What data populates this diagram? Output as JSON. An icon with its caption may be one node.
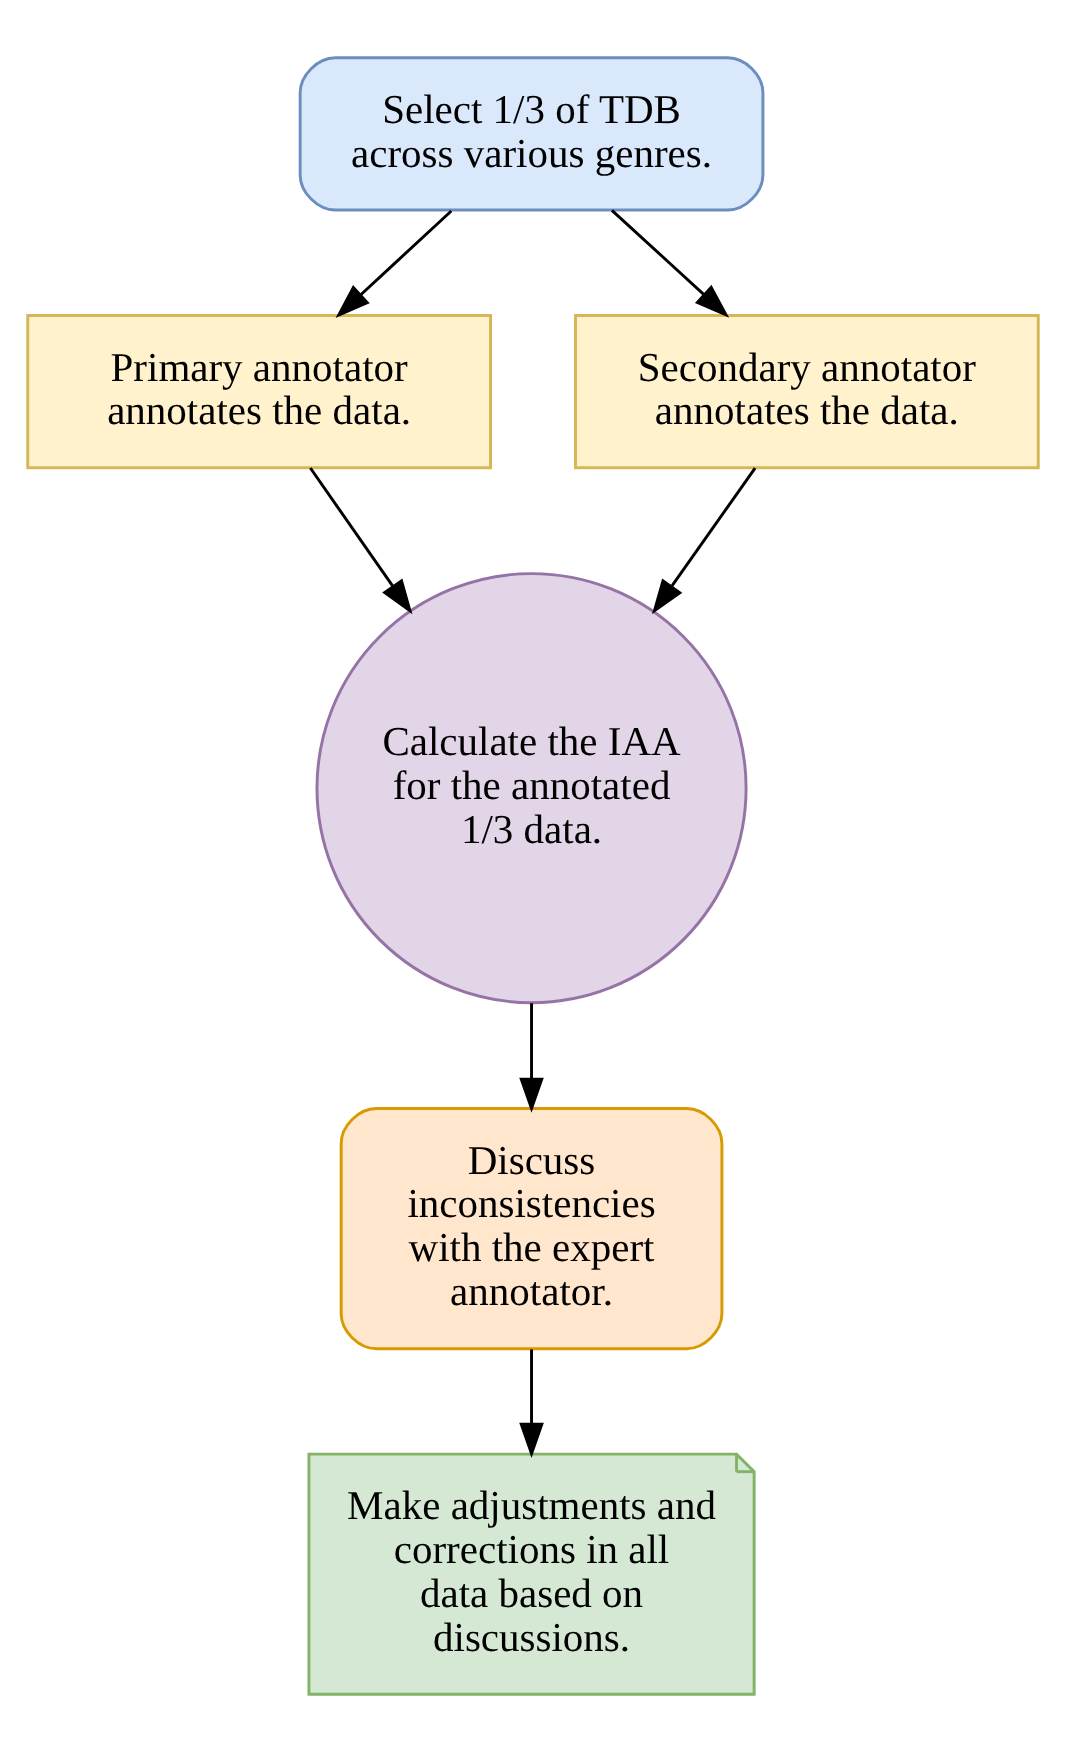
{
  "diagram": {
    "nodes": [
      {
        "text": [
          "Select 1/3 of TDB across various genres."
        ]
      },
      {
        "text": [
          "Primary annotator annotates the data."
        ]
      },
      {
        "text": [
          "Secondary annotator annotates the data."
        ]
      },
      {
        "text": [
          "Calculate the IAA for the annotated 1/3 data."
        ]
      },
      {
        "text": [
          "Discuss inconsistencies with the expert annotator."
        ]
      },
      {
        "text": [
          "Make adjustments and corrections in all data based on discussions."
        ]
      }
    ],
    "edges": [
      {
        "from": 0,
        "to": 1,
        "arrow": "to"
      },
      {
        "from": 0,
        "to": 2,
        "arrow": "to"
      },
      {
        "from": 1,
        "to": 3,
        "arrow": "to"
      },
      {
        "from": 2,
        "to": 3,
        "arrow": "to"
      },
      {
        "from": 3,
        "to": 4,
        "arrow": "to"
      },
      {
        "from": 4,
        "to": 5,
        "arrow": "to"
      }
    ]
  }
}
